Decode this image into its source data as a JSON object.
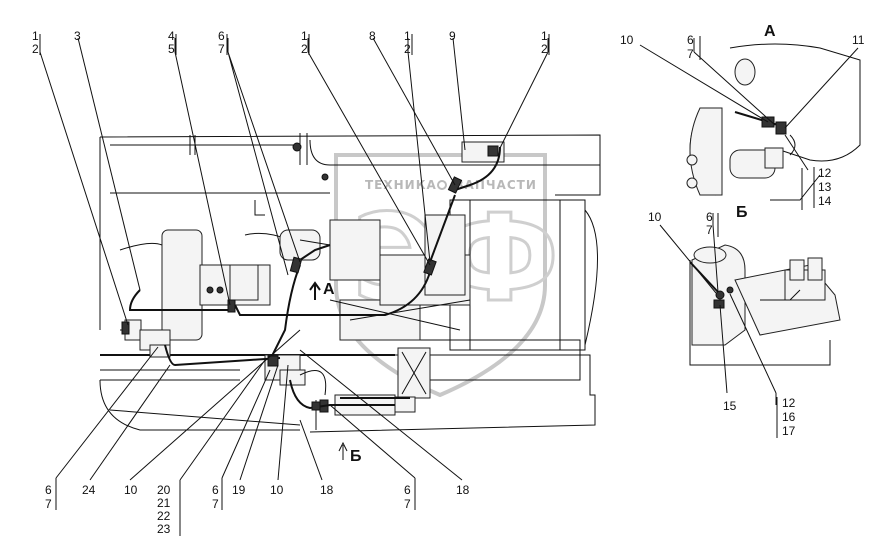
{
  "watermark": {
    "brand_line1": "ТЕХНИКА",
    "brand_line2": "ЗАПЧАСТИ",
    "logo_letters": "ЭФ"
  },
  "views": {
    "main": {
      "name_a": "А",
      "name_b": "Б"
    },
    "a": {
      "title": "А"
    },
    "b": {
      "title": "Б"
    }
  },
  "callouts": {
    "top": [
      [
        "1",
        "2"
      ],
      [
        "3"
      ],
      [
        "4",
        "5"
      ],
      [
        "6",
        "7"
      ],
      [
        "1",
        "2"
      ],
      [
        "8"
      ],
      [
        "1",
        "2"
      ],
      [
        "9"
      ],
      [
        "1",
        "2"
      ]
    ],
    "bottom": [
      [
        "6",
        "7"
      ],
      [
        "24"
      ],
      [
        "10"
      ],
      [
        "20",
        "21",
        "22",
        "23"
      ],
      [
        "6",
        "7"
      ],
      [
        "19"
      ],
      [
        "10"
      ],
      [
        "18"
      ],
      [
        "6",
        "7"
      ],
      [
        "18"
      ]
    ],
    "view_a": [
      [
        "10"
      ],
      [
        "6",
        "7"
      ],
      [
        "11"
      ],
      [
        "12",
        "13",
        "14"
      ]
    ],
    "view_b": [
      [
        "10"
      ],
      [
        "6",
        "7"
      ],
      [
        "15"
      ],
      [
        "12",
        "16",
        "17"
      ]
    ]
  }
}
